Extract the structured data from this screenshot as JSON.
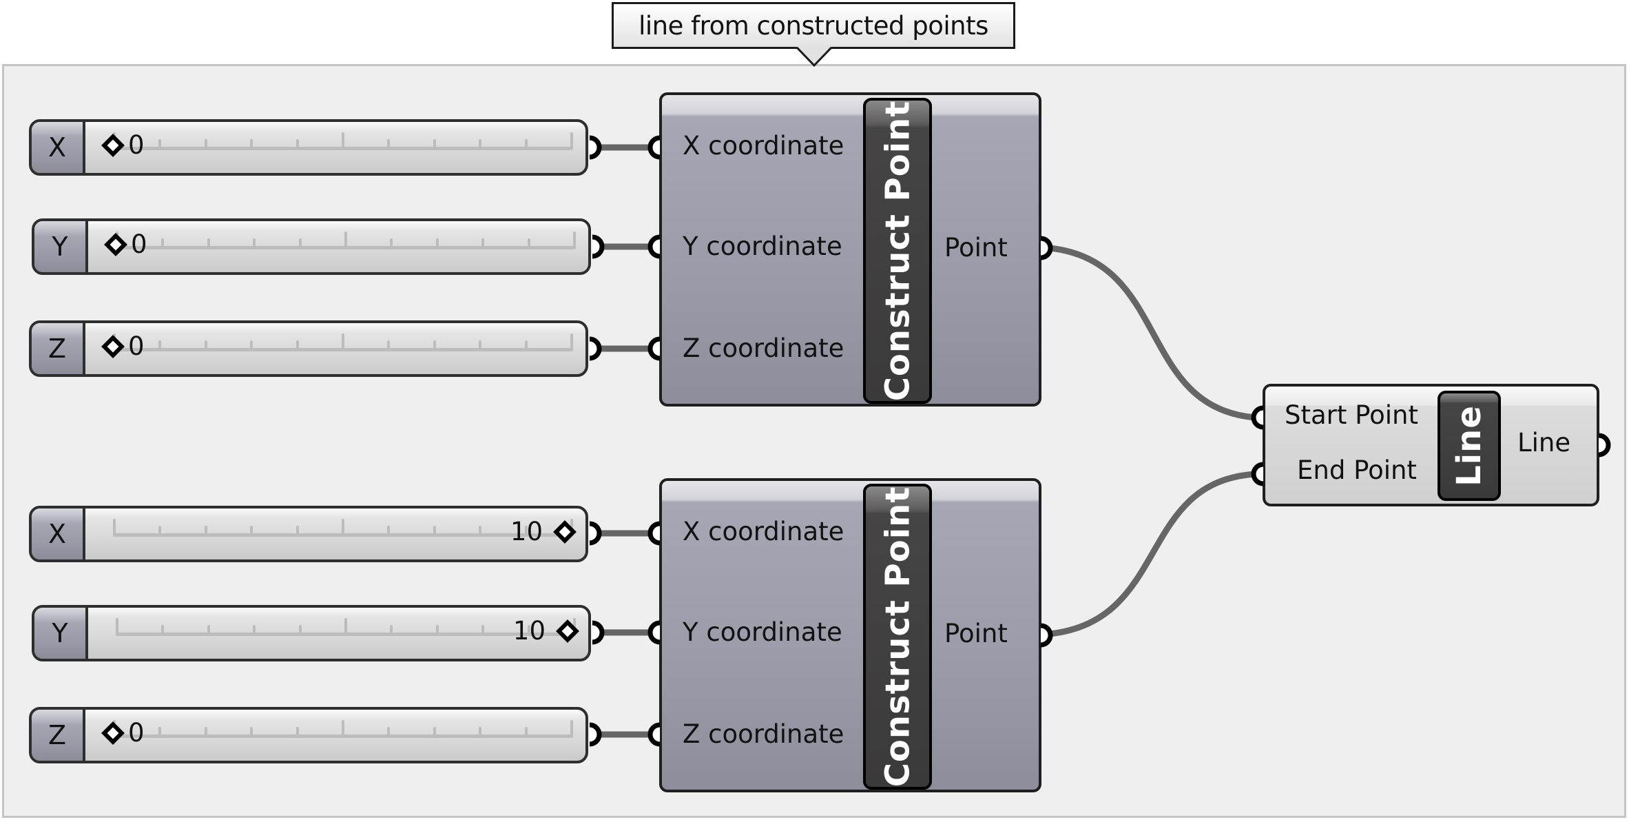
{
  "tooltip": {
    "text": "line from constructed points"
  },
  "sliders": [
    {
      "name": "X",
      "value": "0",
      "grip": "left"
    },
    {
      "name": "Y",
      "value": "0",
      "grip": "left"
    },
    {
      "name": "Z",
      "value": "0",
      "grip": "left"
    },
    {
      "name": "X",
      "value": "10",
      "grip": "right"
    },
    {
      "name": "Y",
      "value": "10",
      "grip": "right"
    },
    {
      "name": "Z",
      "value": "0",
      "grip": "left"
    }
  ],
  "construct_point": {
    "title": "Construct Point",
    "inputs": [
      "X coordinate",
      "Y coordinate",
      "Z coordinate"
    ],
    "output": "Point"
  },
  "line": {
    "title": "Line",
    "inputs": [
      "Start Point",
      "End Point"
    ],
    "output": "Line"
  },
  "colors": {
    "wire": "#666666",
    "canvas": "#efefef",
    "group_border": "#c4c4c4"
  }
}
